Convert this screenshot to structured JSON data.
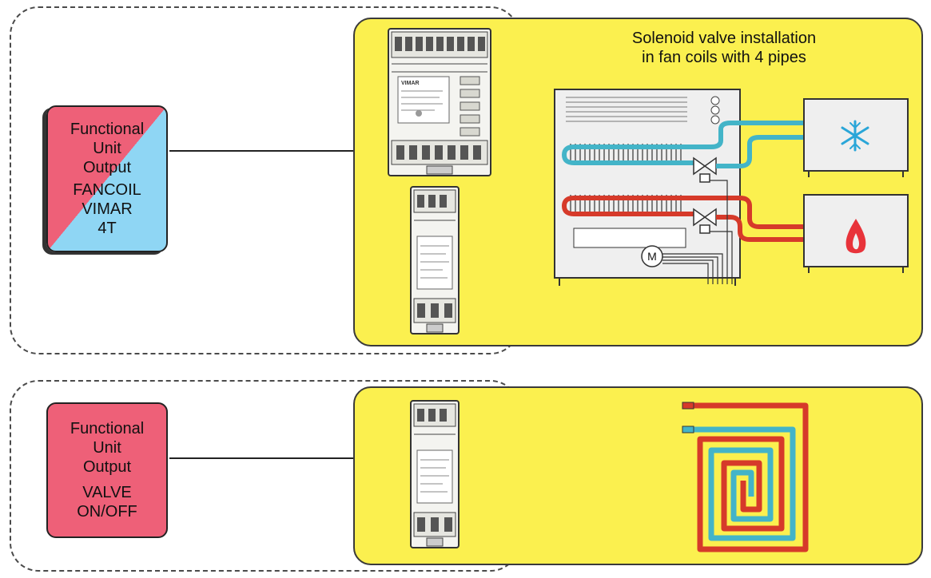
{
  "row1": {
    "functional_unit": {
      "lines": [
        "Functional",
        "Unit",
        "Output",
        "FANCOIL",
        "VIMAR",
        "4T"
      ],
      "color_top": "#ee6078",
      "color_bottom": "#8fd6f4"
    },
    "title_line1": "Solenoid valve installation",
    "title_line2": "in fan coils with 4 pipes",
    "motor_label": "M"
  },
  "row2": {
    "functional_unit": {
      "lines": [
        "Functional",
        "Unit",
        "Output",
        "VALVE",
        "ON/OFF"
      ],
      "color": "#ee6078"
    }
  },
  "device_label": "VIMAR",
  "colors": {
    "panel_yellow": "#fbf04f",
    "hot_pipe": "#d63a2a",
    "cold_pipe": "#43b4c8",
    "flame": "#e8333a",
    "snowflake": "#2aa6d8"
  },
  "icons": [
    "snowflake-icon",
    "flame-icon",
    "motor-icon",
    "valve-icon"
  ]
}
